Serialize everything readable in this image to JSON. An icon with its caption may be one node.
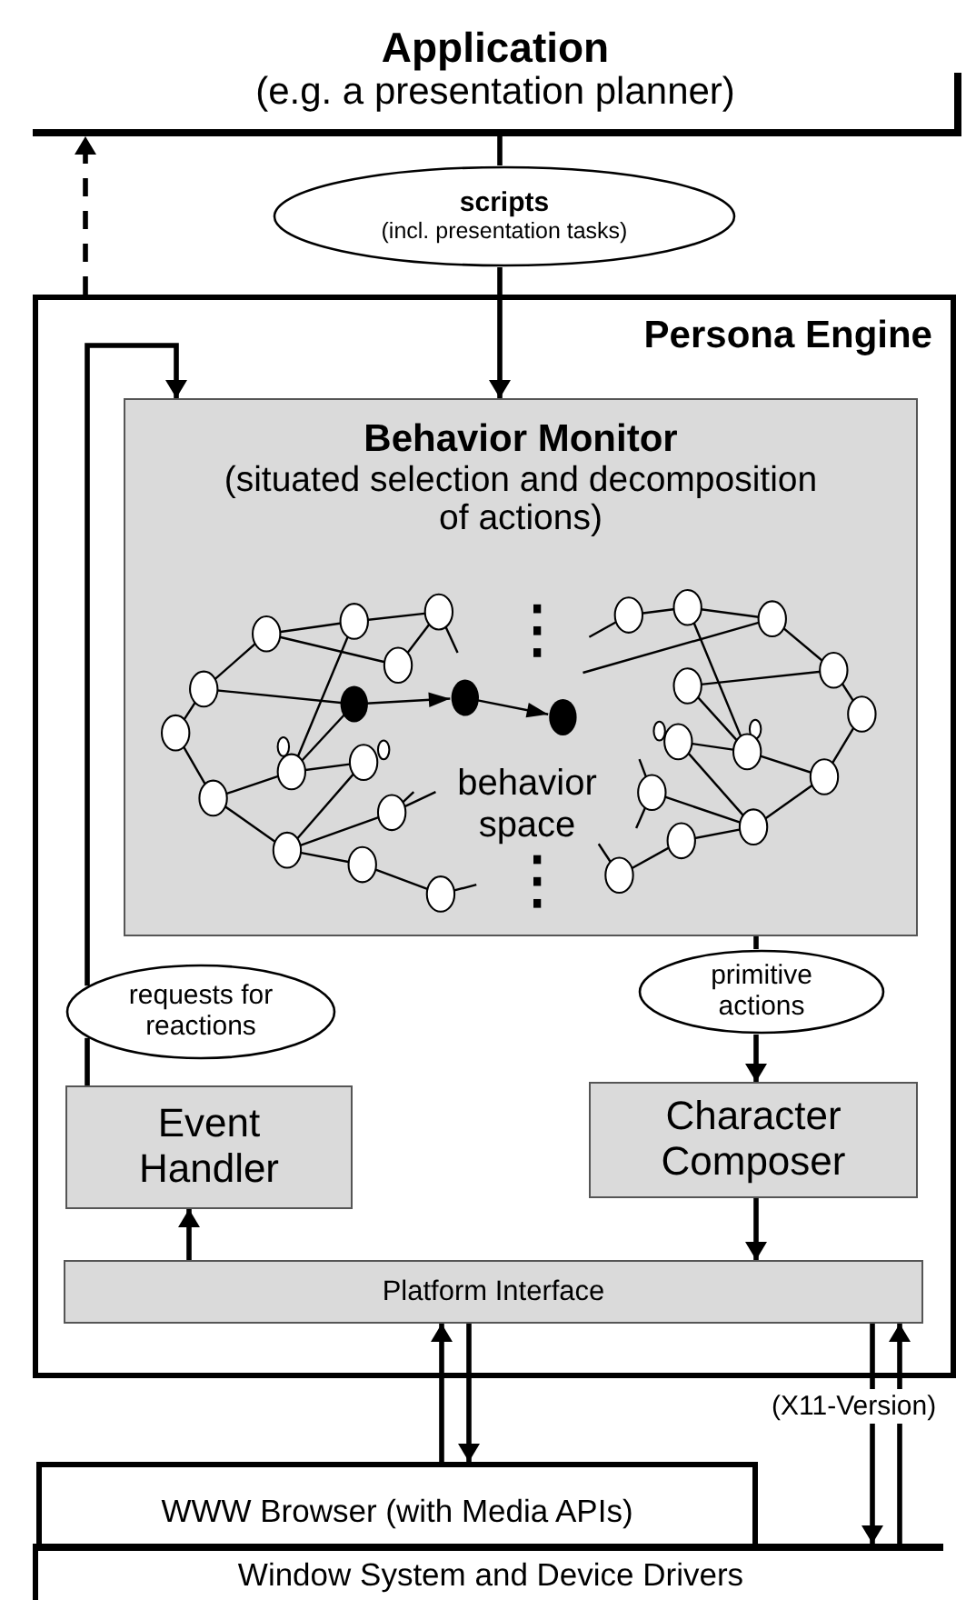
{
  "diagram": {
    "nodes": [
      {
        "text": [
          "Application",
          "(e.g. a presentation  planner)"
        ]
      },
      {
        "text": [
          "scripts",
          "(incl. presentation tasks)"
        ]
      },
      {
        "text": [
          "Persona Engine"
        ]
      },
      {
        "text": [
          "Behavior Monitor",
          "(situated selection and decomposition of actions)"
        ],
        "in": 2
      },
      {
        "text": [
          "requests for reactions"
        ],
        "in": 2
      },
      {
        "text": [
          "primitive actions"
        ],
        "in": 2
      },
      {
        "text": [
          "Event Handler"
        ],
        "in": 2
      },
      {
        "text": [
          "Character Composer"
        ],
        "in": 2
      },
      {
        "text": [
          "Platform Interface"
        ],
        "in": 2
      },
      {
        "text": [
          "WWW Browser (with Media APIs)"
        ]
      },
      {
        "text": [
          "Window System and Device Drivers"
        ]
      }
    ],
    "edges": [
      {
        "from": 0,
        "to": 1,
        "arrow": "none"
      },
      {
        "from": 1,
        "to": 3,
        "arrow": "to"
      },
      {
        "from": 2,
        "to": 0,
        "arrow": "to",
        "style": "dashed"
      },
      {
        "from": 6,
        "to": 4,
        "arrow": "none"
      },
      {
        "from": 4,
        "to": 3,
        "arrow": "to"
      },
      {
        "from": 3,
        "to": 5,
        "arrow": "none"
      },
      {
        "from": 5,
        "to": 7,
        "arrow": "to"
      },
      {
        "from": 7,
        "to": 8,
        "arrow": "to"
      },
      {
        "from": 8,
        "to": 6,
        "arrow": "to"
      },
      {
        "from": 9,
        "to": 8,
        "arrow": "to"
      },
      {
        "from": 8,
        "to": 9,
        "arrow": "to"
      },
      {
        "from": 8,
        "to": 10,
        "arrow": "to"
      },
      {
        "from": 10,
        "to": 8,
        "arrow": "to"
      }
    ],
    "labels": [
      "behavior space",
      "(X11-Version)"
    ]
  }
}
